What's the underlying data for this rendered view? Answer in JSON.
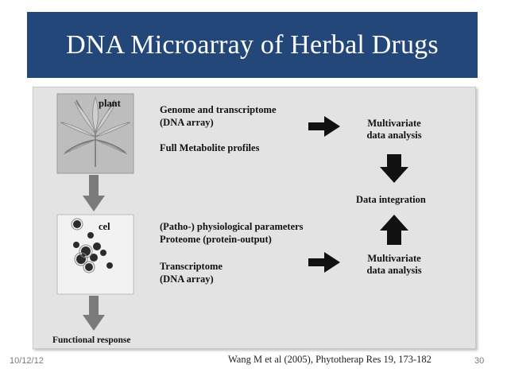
{
  "slide": {
    "title": "DNA Microarray of Herbal Drugs",
    "date": "10/12/12",
    "citation": "Wang M et al (2005), Phytotherap Res 19, 173-182",
    "page_number": "30"
  },
  "figure": {
    "plant_label": "plant",
    "cel_label": "cel",
    "functional_response": "Functional response",
    "top_block": {
      "line1": "Genome and transcriptome",
      "line2": "(DNA array)",
      "line3": "Full Metabolite profiles"
    },
    "bottom_block": {
      "line1": "(Patho-) physiological parameters",
      "line2": "Proteome (protein-output)",
      "line3": "Transcriptome",
      "line4": "(DNA array)"
    },
    "multivariate_top": {
      "line1": "Multivariate",
      "line2": "data analysis"
    },
    "data_integration": "Data integration",
    "multivariate_bottom": {
      "line1": "Multivariate",
      "line2": "data analysis"
    }
  },
  "colors": {
    "title_bar": "#24477a",
    "panel": "#e3e3e3",
    "arrow_gray": "#7b7b7b",
    "arrow_black": "#111111"
  },
  "icons": [
    "plant-leaf-image",
    "cell-culture-image",
    "right-arrow-icon",
    "down-arrow-icon",
    "up-arrow-icon"
  ]
}
